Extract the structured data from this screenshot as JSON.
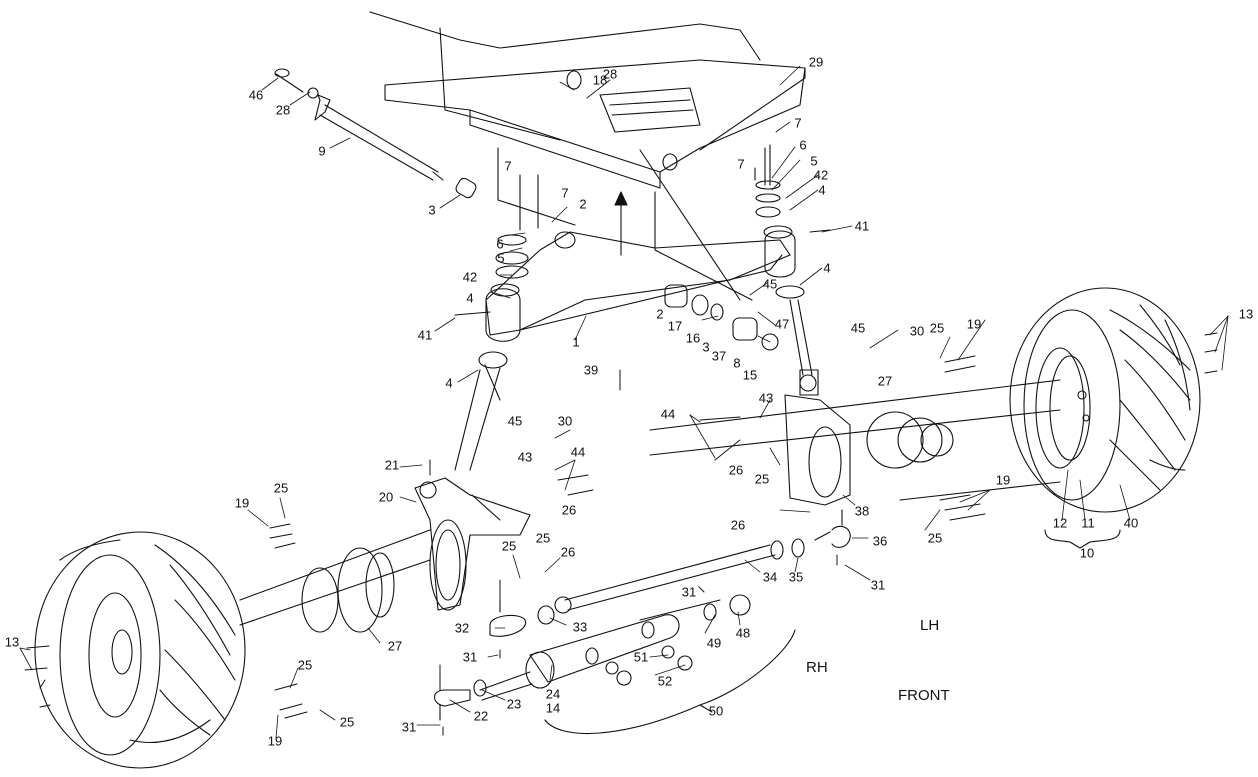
{
  "diagram": {
    "side_labels": {
      "lh": "LH",
      "rh": "RH",
      "front": "FRONT"
    },
    "callouts": [
      "46",
      "28",
      "28",
      "18",
      "29",
      "9",
      "3",
      "2",
      "7",
      "7",
      "6",
      "5",
      "42",
      "4",
      "41",
      "1",
      "39",
      "4",
      "7",
      "7",
      "6",
      "5",
      "42",
      "4",
      "41",
      "4",
      "45",
      "2",
      "17",
      "16",
      "3",
      "47",
      "37",
      "8",
      "15",
      "45",
      "30",
      "25",
      "19",
      "13",
      "27",
      "44",
      "43",
      "26",
      "25",
      "26",
      "45",
      "30",
      "21",
      "43",
      "44",
      "20",
      "26",
      "25",
      "19",
      "25",
      "25",
      "26",
      "38",
      "36",
      "19",
      "25",
      "12",
      "11",
      "40",
      "10",
      "13",
      "27",
      "34",
      "35",
      "31",
      "31",
      "32",
      "33",
      "49",
      "48",
      "51",
      "52",
      "31",
      "24",
      "14",
      "23",
      "22",
      "50",
      "25",
      "19",
      "25",
      "31"
    ]
  }
}
